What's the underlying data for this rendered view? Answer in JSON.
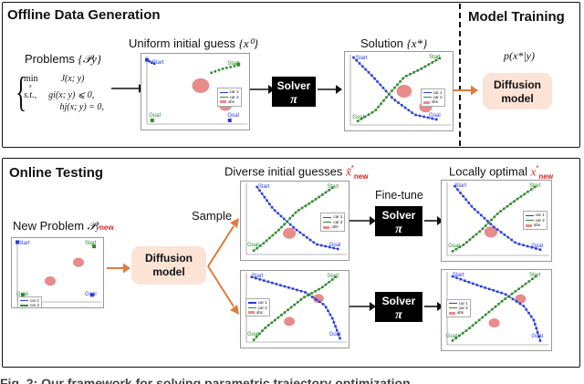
{
  "offline": {
    "header": "Offline Data Generation",
    "problems_label": "Problems",
    "problems_symbol": "{𝒫y}",
    "eq_min": "min",
    "eq_min_sub": "x",
    "eq_st": "s.t.,",
    "eq_obj": "J(x; y)",
    "eq_g": "gi(x; y) ⩽ 0,",
    "eq_h": "hj(x; y) = 0,",
    "uniform_label": "Uniform initial guess",
    "uniform_symbol": "{x⁰}",
    "solution_label": "Solution",
    "solution_symbol": "{x*}",
    "solver_text": "Solver",
    "solver_pi": "π"
  },
  "training": {
    "header": "Model Training",
    "distribution": "p(x*|y)",
    "model_text": "Diffusion model"
  },
  "online": {
    "header": "Online Testing",
    "new_problem_label": "New Problem",
    "new_problem_symbol": "𝒫",
    "new_problem_sub": "y",
    "new_problem_subsub": "new",
    "model_text": "Diffusion model",
    "sample_label": "Sample",
    "diverse_label": "Diverse initial guesses",
    "diverse_symbol": "x̃",
    "diverse_sup": "*",
    "diverse_sub": "new",
    "finetune_label": "Fine-tune",
    "locally_label": "Locally optimal",
    "locally_symbol": "x",
    "locally_sup": "*",
    "locally_sub": "new",
    "solver_text": "Solver",
    "solver_pi": "π"
  },
  "plot_text": {
    "start": "Start",
    "goal": "Goal",
    "legend_car1": "car 1",
    "legend_car2": "car 2",
    "legend_obs": "obs"
  },
  "caption": "Fig. 2: Our framework for solving parametric trajectory optimization",
  "colors": {
    "car1": "#2a3fd6",
    "car2": "#2e8b2e",
    "obstacle": "#e88b8b",
    "arrow_orange": "#e07b3c",
    "diffusion_bg": "#fbe3d6"
  }
}
